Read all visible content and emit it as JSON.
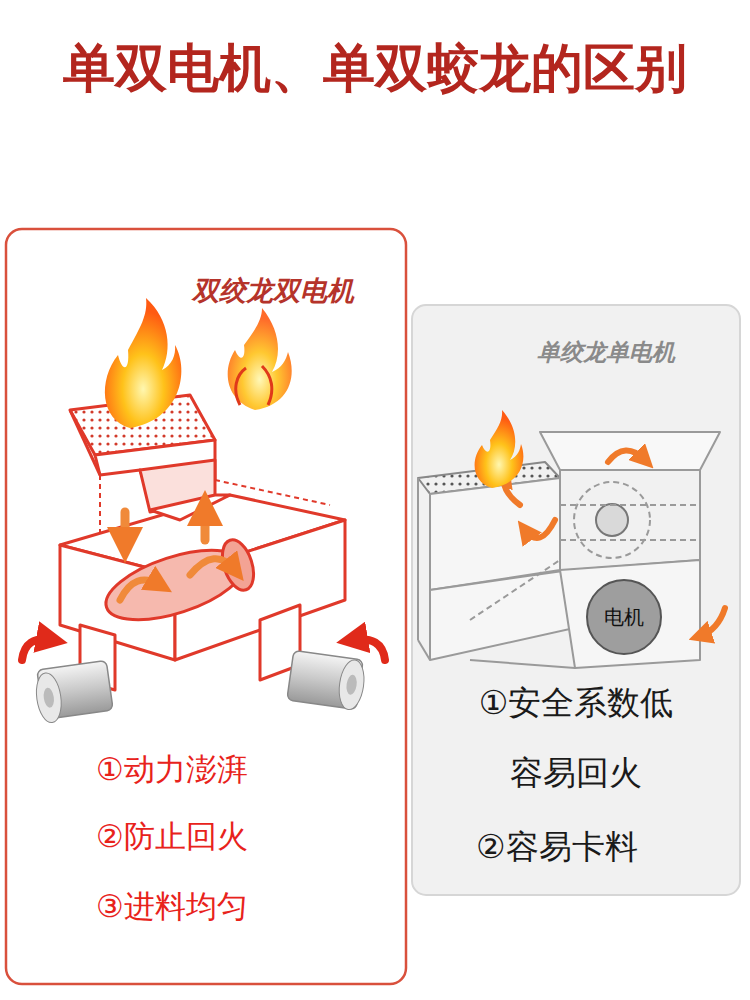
{
  "diagram": {
    "title": "单双电机、单双蛟龙的区别",
    "nodes": [
      {
        "text": [
          "双绞龙双电机",
          "①动力澎湃",
          "②防止回火",
          "③进料均匀"
        ]
      },
      {
        "text": [
          "单绞龙单电机",
          "①安全系数低 容易回火",
          "②容易卡料"
        ]
      },
      {
        "text": [
          "电机"
        ],
        "in": 1
      }
    ]
  }
}
